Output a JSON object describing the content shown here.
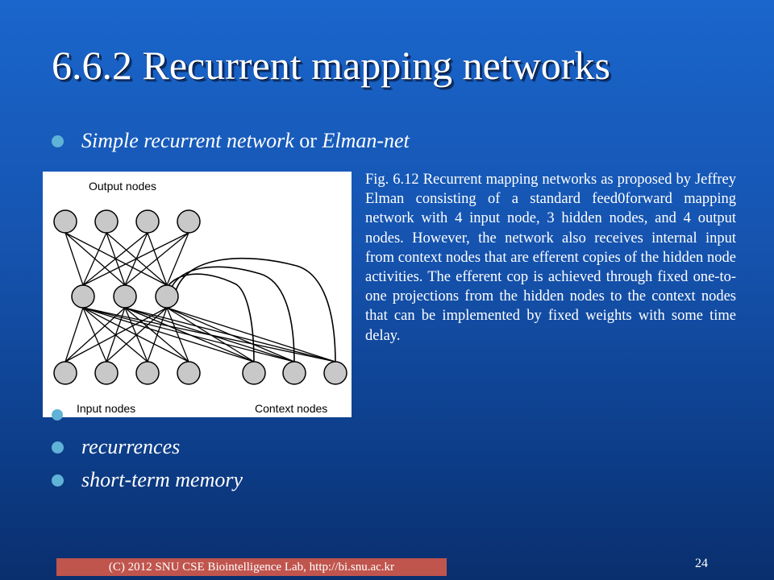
{
  "slide": {
    "title": "6.6.2 Recurrent mapping networks",
    "bullet1": {
      "italic_a": "Simple recurrent network",
      "plain": " or ",
      "italic_b": "Elman-net"
    },
    "bullets": [
      "recurrences",
      "short-term memory"
    ],
    "caption": "Fig. 6.12 Recurrent mapping networks as proposed by Jeffrey Elman consisting of a standard feed0forward mapping network with 4 input node, 3 hidden nodes, and 4 output nodes. However, the network also receives internal input from context nodes that are efferent copies of the hidden node activities. The efferent cop is achieved through fixed one-to-one projections from the hidden nodes to the context nodes that can be implemented by fixed weights with some time delay.",
    "footer": "(C) 2012 SNU CSE Biointelligence Lab,   http://bi.snu.ac.kr",
    "page_number": "24"
  },
  "figure": {
    "output_label": "Output nodes",
    "input_label": "Input nodes",
    "context_label": "Context nodes",
    "output_nodes": 4,
    "hidden_nodes": 3,
    "input_nodes": 4,
    "context_nodes": 3,
    "node_color": "#c8c8c8"
  }
}
